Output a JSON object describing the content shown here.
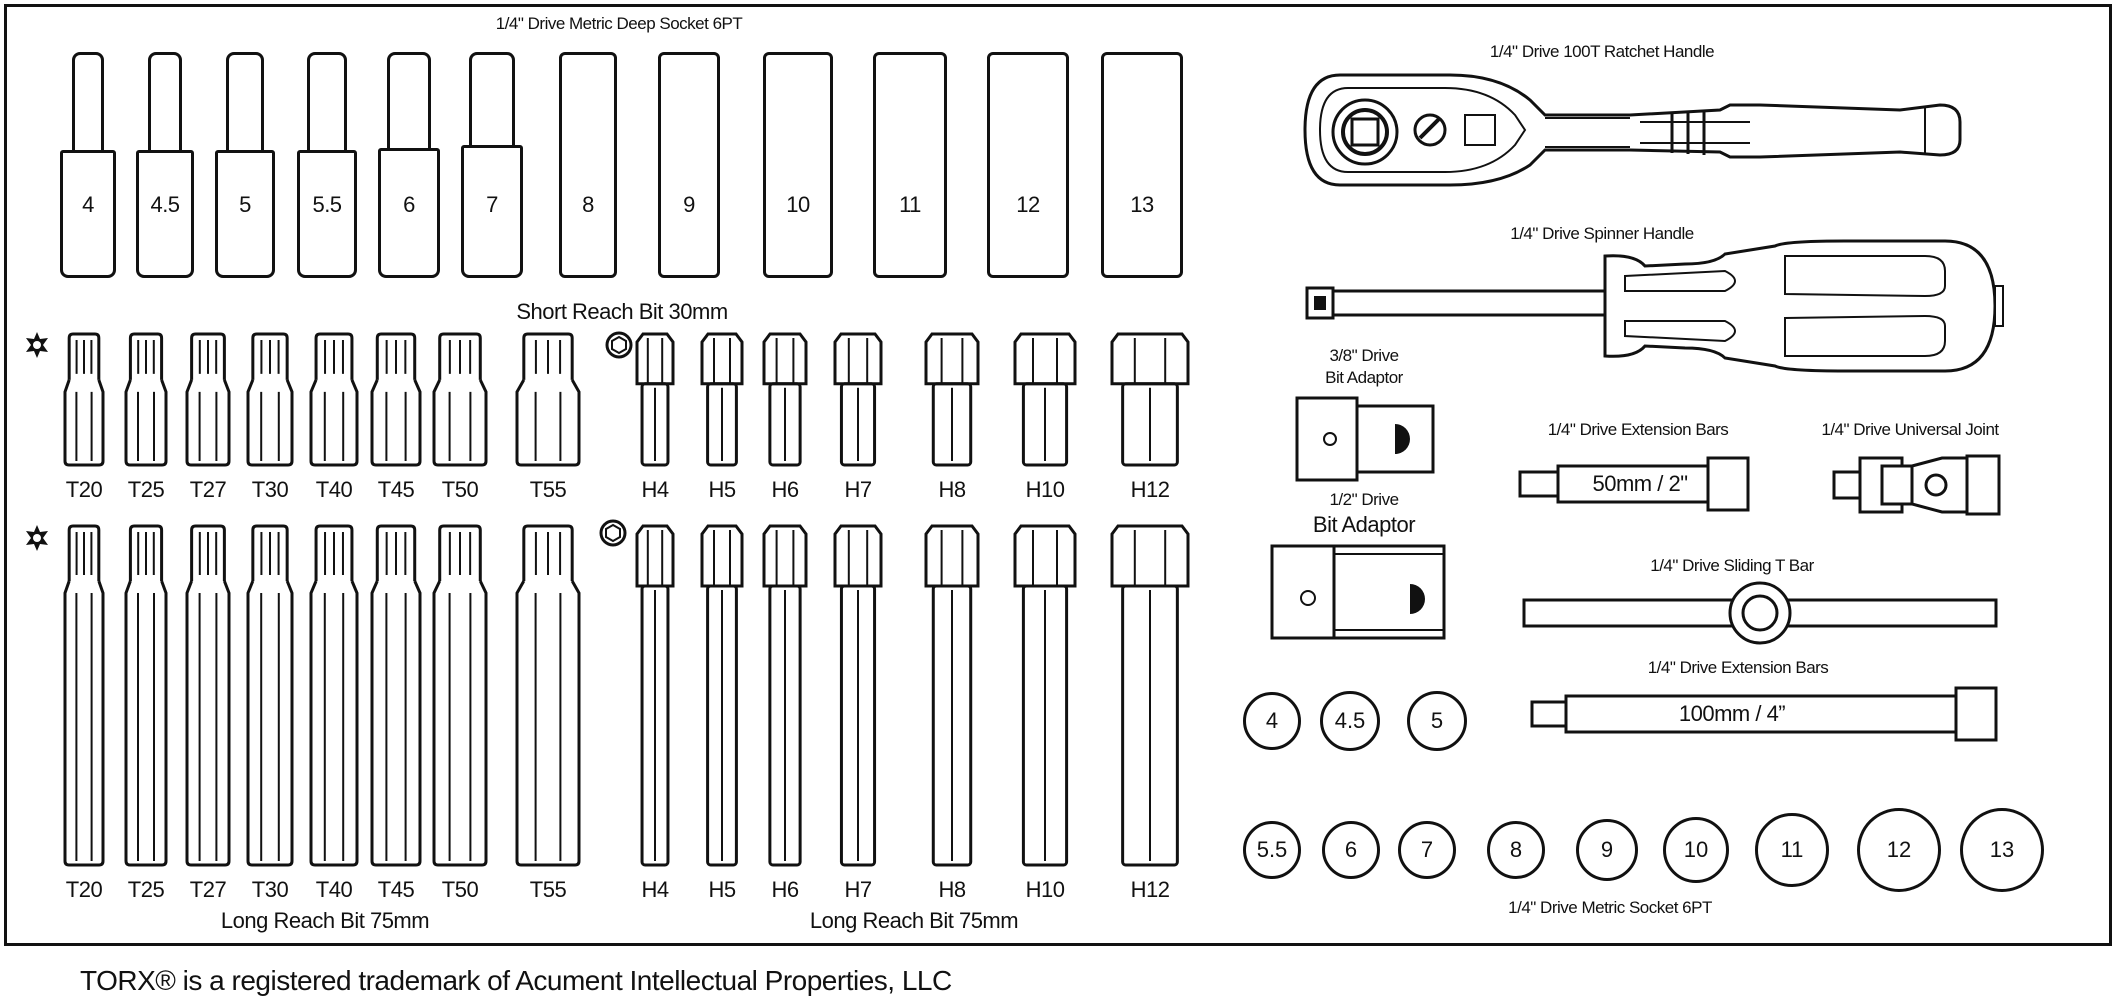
{
  "footer": "TORX® is a registered trademark of Acument Intellectual Properties, LLC",
  "deep_sockets": {
    "title": "1/4\" Drive Metric Deep Socket 6PT",
    "sizes": [
      "4",
      "4.5",
      "5",
      "5.5",
      "6",
      "7",
      "8",
      "9",
      "10",
      "11",
      "12",
      "13"
    ]
  },
  "short_bits": {
    "title": "Short Reach Bit 30mm",
    "torx": [
      "T20",
      "T25",
      "T27",
      "T30",
      "T40",
      "T45",
      "T50",
      "T55"
    ],
    "hex": [
      "H4",
      "H5",
      "H6",
      "H7",
      "H8",
      "H10",
      "H12"
    ]
  },
  "long_bits": {
    "title_torx": "Long Reach Bit 75mm",
    "title_hex": "Long Reach Bit 75mm",
    "torx": [
      "T20",
      "T25",
      "T27",
      "T30",
      "T40",
      "T45",
      "T50",
      "T55"
    ],
    "hex": [
      "H4",
      "H5",
      "H6",
      "H7",
      "H8",
      "H10",
      "H12"
    ]
  },
  "tools": {
    "ratchet": "1/4\" Drive 100T Ratchet Handle",
    "spinner": "1/4\" Drive Spinner Handle",
    "adaptor_38_line1": "3/8\" Drive",
    "adaptor_38_line2": "Bit Adaptor",
    "adaptor_12_line1": "1/2\" Drive",
    "adaptor_12_line2": "Bit Adaptor",
    "ext_short_title": "1/4\" Drive Extension Bars",
    "ext_short_size": "50mm / 2\"",
    "universal": "1/4\" Drive Universal Joint",
    "tbar": "1/4\" Drive Sliding T Bar",
    "ext_long_title": "1/4\" Drive Extension Bars",
    "ext_long_size": "100mm / 4”"
  },
  "metric_sockets": {
    "title": "1/4\" Drive Metric Socket 6PT",
    "row1": [
      "4",
      "4.5",
      "5"
    ],
    "row2": [
      "5.5",
      "6",
      "7",
      "8",
      "9",
      "10",
      "11",
      "12",
      "13"
    ]
  }
}
